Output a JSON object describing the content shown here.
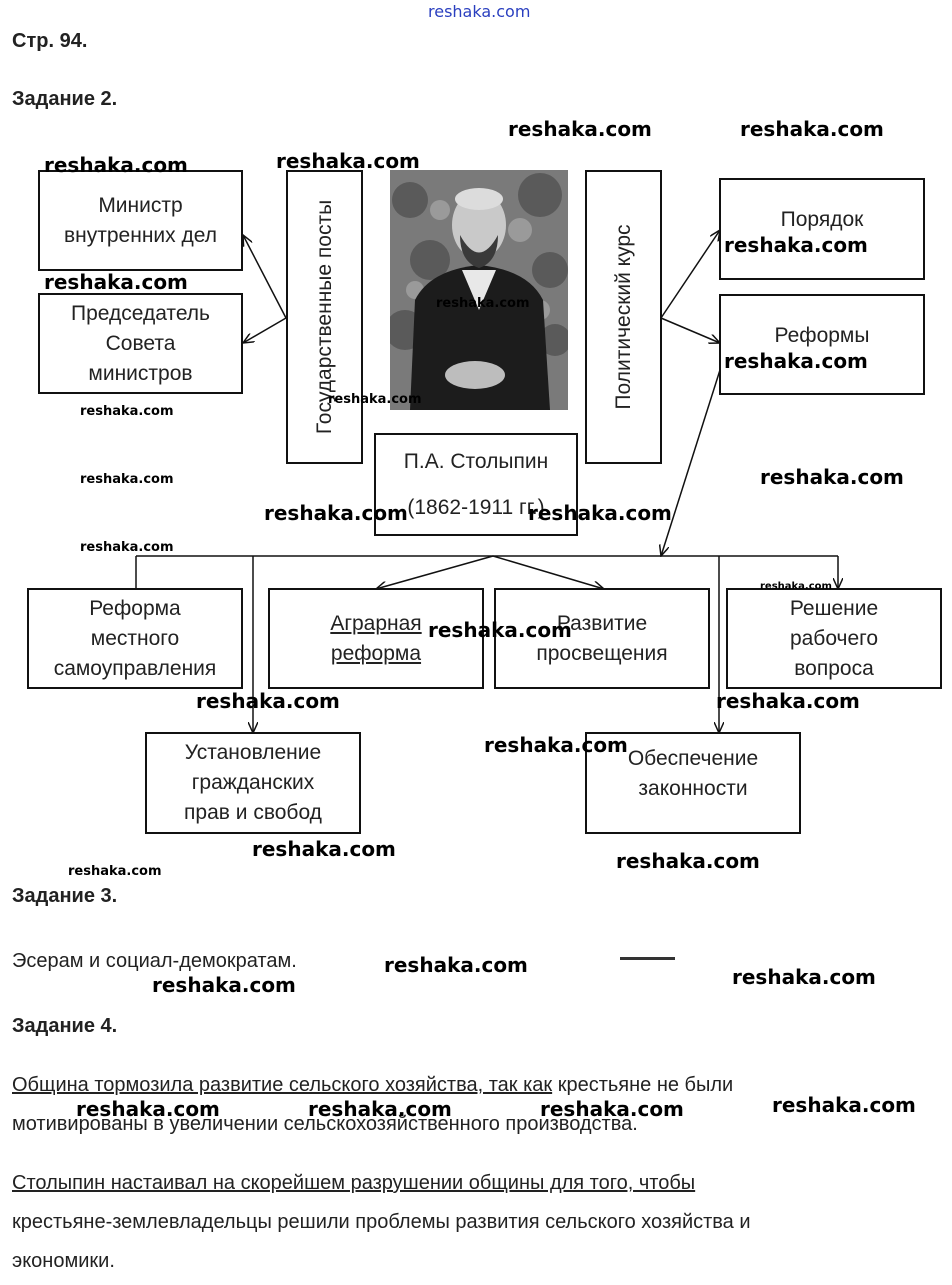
{
  "top_watermark": "reshaka.com",
  "page_label": "Стр. 94.",
  "task2": {
    "heading": "Задание 2.",
    "boxes": {
      "minister": "Министр\nвнутренних дел",
      "chairman": "Председатель\nСовета\nминистров",
      "posts": "Государственные посты",
      "course": "Политический курс",
      "order": "Порядок",
      "reforms": "Реформы",
      "name_line1": "П.А. Столыпин",
      "name_line2": "(1862-1911 гг.)",
      "local_reform": "Реформа\nместного\nсамоуправления",
      "agrarian": "Аграрная\nреформа",
      "education": "Развитие\nпросвещения",
      "labor": "Решение\nрабочего\nвопроса",
      "civil_rights": "Установление\nгражданских\nправ и свобод",
      "legality": "Обеспечение\nзаконности"
    }
  },
  "task3": {
    "heading": "Задание 3.",
    "answer": "Эсерам и социал-демократам."
  },
  "task4": {
    "heading": "Задание 4.",
    "p1_underlined": "Община тормозила развитие сельского хозяйства, так как",
    "p1_rest": " крестьяне не были",
    "p1_line2": "мотивированы в увеличении сельскохозяйственного производства.",
    "p2_underlined": "Столыпин настаивал на скорейшем разрушении общины для того, чтобы",
    "p2_line2": "крестьяне-землевладельцы решили проблемы развития сельского хозяйства и",
    "p2_line3": "экономики."
  },
  "watermark": "reshaka.com",
  "colors": {
    "watermark_top": "#2a3fbf",
    "line": "#111111"
  }
}
